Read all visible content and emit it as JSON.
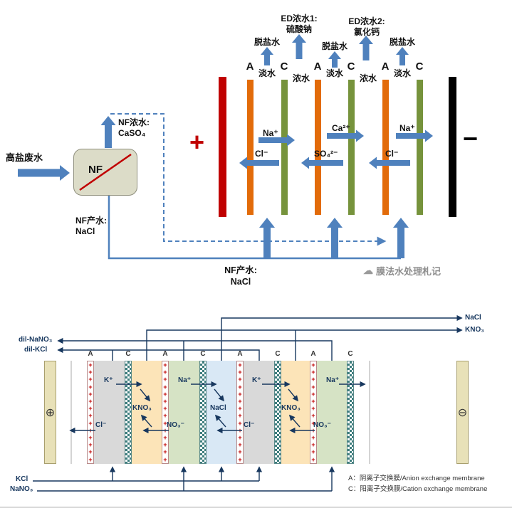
{
  "colors": {
    "blue": "#4f81bd",
    "red": "#c00000",
    "orange": "#e26b0a",
    "olive": "#76933c",
    "navy": "#17375e",
    "chamGray": "#d9d9d9",
    "chamOrange": "#fce4b8",
    "chamGreen": "#d6e3c5",
    "chamBlue": "#d9e8f5",
    "electrode": "#e8e1b8",
    "nfbox": "#dcdcc8",
    "teal": "#3d7d7d",
    "wm": "#8e8e8e"
  },
  "top": {
    "feed": "高盐废水",
    "nf": "NF",
    "nf_conc": [
      "NF浓水:",
      "CaSO₄"
    ],
    "nf_prod_side": [
      "NF产水:",
      "NaCl"
    ],
    "nf_prod_bottom": [
      "NF产水:",
      "NaCl"
    ],
    "ed_conc1": [
      "ED浓水1:",
      "硫酸钠"
    ],
    "ed_conc2": [
      "ED浓水2:",
      "氯化钙"
    ],
    "desalted": [
      "脱盐水",
      "脱盐水",
      "脱盐水"
    ],
    "letters": [
      "A",
      "C",
      "A",
      "C",
      "A",
      "C"
    ],
    "chambers": [
      "淡水",
      "浓水",
      "淡水",
      "浓水",
      "淡水"
    ],
    "anode": "+",
    "cathode": "−",
    "ions": [
      "Na⁺",
      "Cl⁻",
      "Ca²⁺",
      "SO₄²⁻",
      "Na⁺",
      "Cl⁻"
    ],
    "watermark_icon": "☁",
    "watermark": "膜法水处理札记"
  },
  "bottom": {
    "letters": [
      "A",
      "C",
      "A",
      "C",
      "A",
      "C",
      "A",
      "C"
    ],
    "anode": "⊕",
    "cathode": "⊖",
    "plus_pattern": "+ + + + + + + + + + + + + +",
    "cations": [
      "K⁺",
      "Na⁺",
      "K⁺",
      "Na⁺"
    ],
    "anions": [
      "Cl⁻",
      "NO₃⁻",
      "Cl⁻",
      "NO₃⁻"
    ],
    "products": [
      "KNO₃",
      "NaCl",
      "KNO₃"
    ],
    "out_nacl": "NaCl",
    "out_kno3": "KNO₃",
    "out_dil_nano3": "dil-NaNO₃",
    "out_dil_kcl": "dil-KCl",
    "in_kcl": "KCl",
    "in_nano3": "NaNO₃",
    "legend": [
      "A：阴离子交换膜/Anion exchange membrane",
      "C：阳离子交换膜/Cation exchange membrane"
    ]
  }
}
